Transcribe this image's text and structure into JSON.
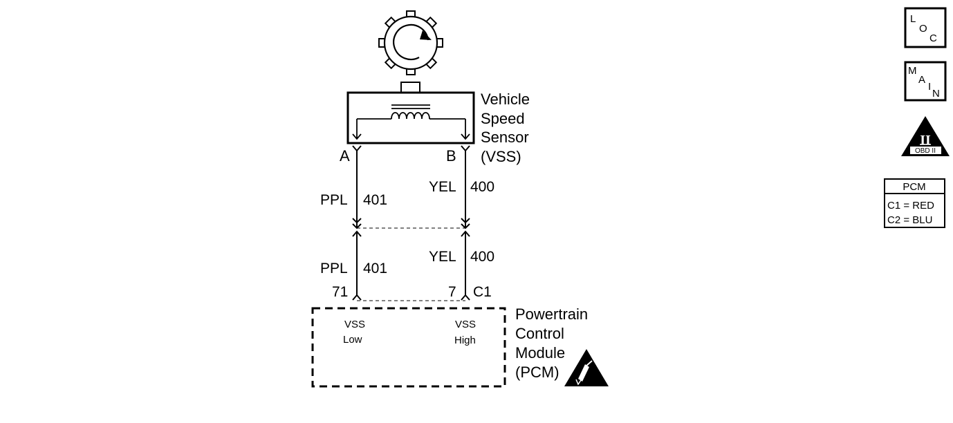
{
  "sensor": {
    "name_lines": [
      "Vehicle",
      "Speed",
      "Sensor",
      "(VSS)"
    ],
    "pin_a": "A",
    "pin_b": "B"
  },
  "wires": {
    "upper_left_color": "PPL",
    "upper_left_circuit": "401",
    "upper_right_color": "YEL",
    "upper_right_circuit": "400",
    "lower_left_color": "PPL",
    "lower_left_circuit": "401",
    "lower_right_color": "YEL",
    "lower_right_circuit": "400"
  },
  "pcm": {
    "pin_left": "71",
    "pin_right": "7",
    "connector": "C1",
    "input_low_lines": [
      "VSS",
      "Low"
    ],
    "input_high_lines": [
      "VSS",
      "High"
    ],
    "name_lines": [
      "Powertrain",
      "Control",
      "Module",
      "(PCM)"
    ]
  },
  "side_icons": {
    "loc": [
      "L",
      "O",
      "C"
    ],
    "main": [
      "M",
      "A",
      "I",
      "N"
    ],
    "obd_numeral": "II",
    "obd_label": "OBD II"
  },
  "legend": {
    "title": "PCM",
    "rows": [
      "C1 = RED",
      "C2 = BLU"
    ]
  },
  "icons": {
    "reluctor": "reluctor-wheel-icon",
    "esd": "esd-warning-icon"
  }
}
